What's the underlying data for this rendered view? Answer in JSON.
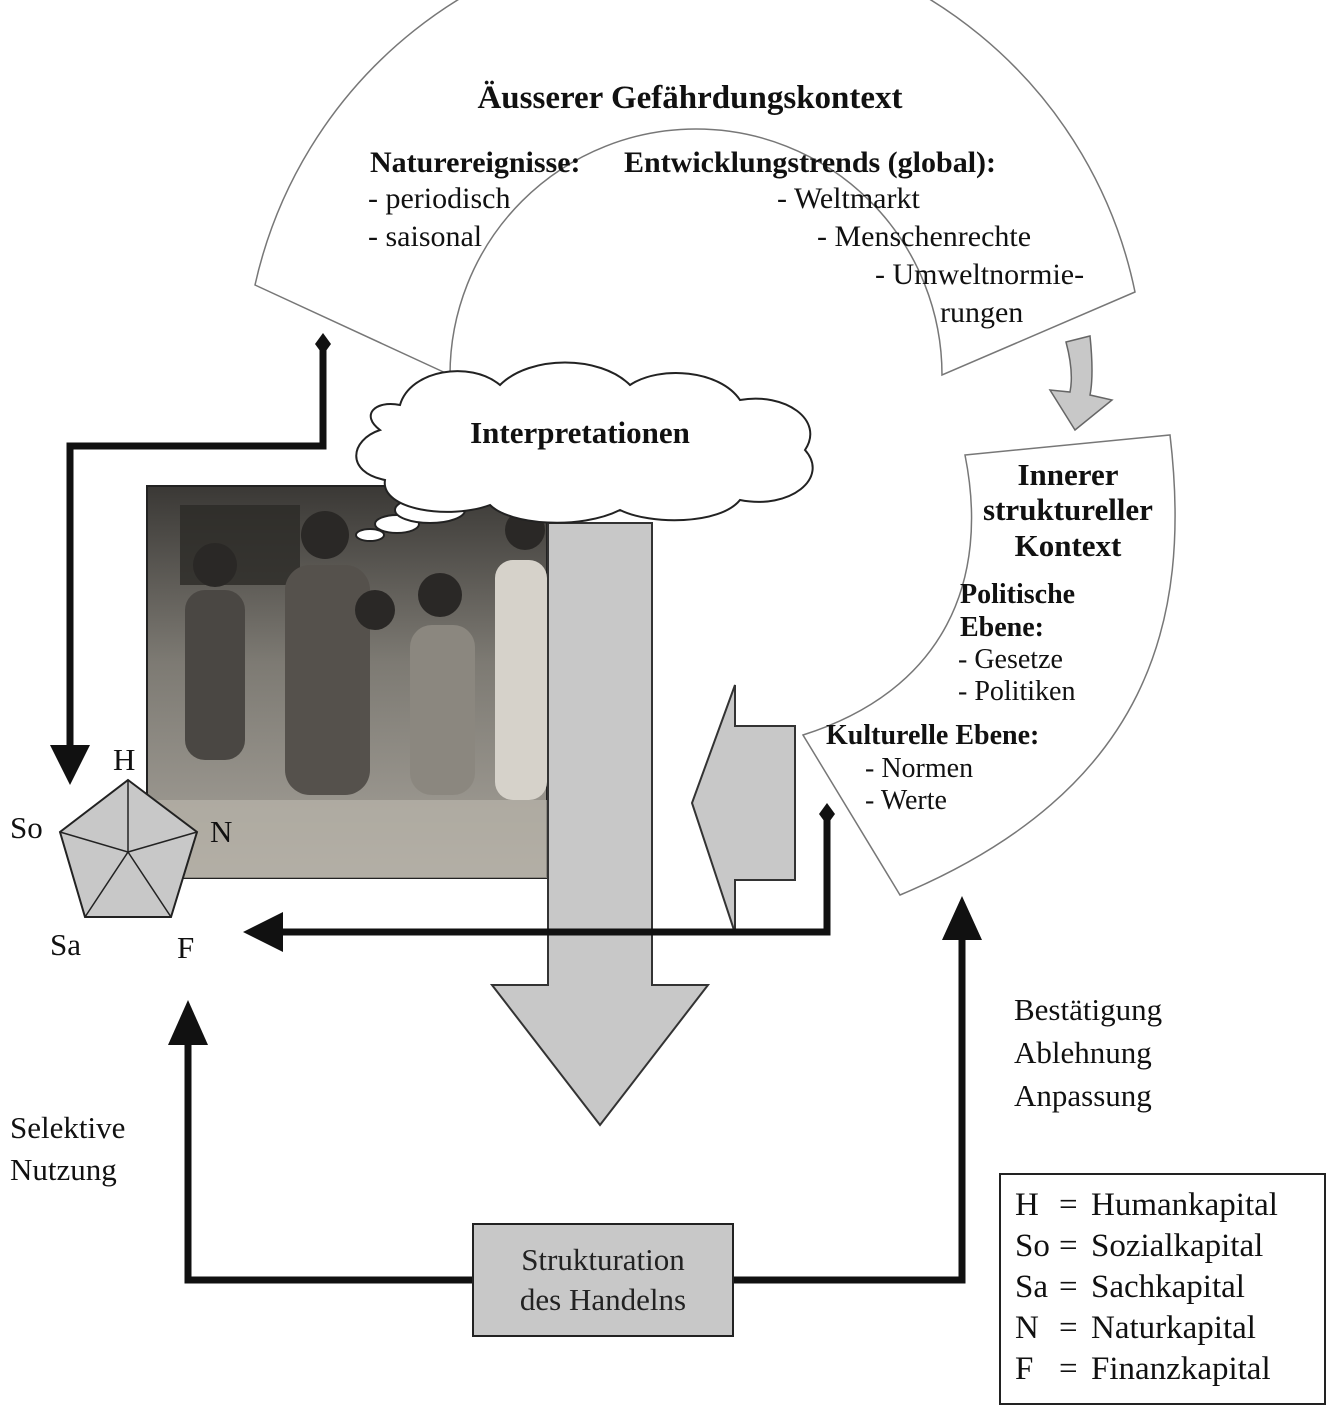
{
  "outer_context": {
    "title": "Äusserer Gefährdungskontext",
    "natural_events": {
      "heading": "Naturereignisse:",
      "items": [
        "- periodisch",
        "- saisonal"
      ]
    },
    "trends": {
      "heading": "Entwicklungstrends (global):",
      "items": [
        "- Weltmarkt",
        "- Menschenrechte",
        "- Umweltnormie-",
        "rungen"
      ]
    }
  },
  "interpretations": {
    "label": "Interpretationen"
  },
  "inner_context": {
    "title_lines": [
      "Innerer",
      "struktureller",
      "Kontext"
    ],
    "political": {
      "heading_lines": [
        "Politische",
        "Ebene:"
      ],
      "items": [
        "- Gesetze",
        "- Politiken"
      ]
    },
    "cultural": {
      "heading": "Kulturelle Ebene:",
      "items": [
        "- Normen",
        "- Werte"
      ]
    }
  },
  "pentagon_labels": {
    "h": "H",
    "so": "So",
    "sa": "Sa",
    "n": "N",
    "f": "F"
  },
  "left_arrow_label": [
    "Selektive",
    "Nutzung"
  ],
  "right_arrow_label": [
    "Bestätigung",
    "Ablehnung",
    "Anpassung"
  ],
  "structuration": [
    "Strukturation",
    "des Handelns"
  ],
  "legend": [
    {
      "abbr": "H",
      "eq": "=",
      "name": "Humankapital"
    },
    {
      "abbr": "So",
      "eq": "=",
      "name": "Sozialkapital"
    },
    {
      "abbr": "Sa",
      "eq": "=",
      "name": "Sachkapital"
    },
    {
      "abbr": "N",
      "eq": "=",
      "name": "Naturkapital"
    },
    {
      "abbr": "F",
      "eq": "=",
      "name": "Finanzkapital"
    }
  ],
  "colors": {
    "arrow_fill": "#c8c8c8",
    "line": "#111111",
    "photo_bg": "#6e6a62"
  }
}
